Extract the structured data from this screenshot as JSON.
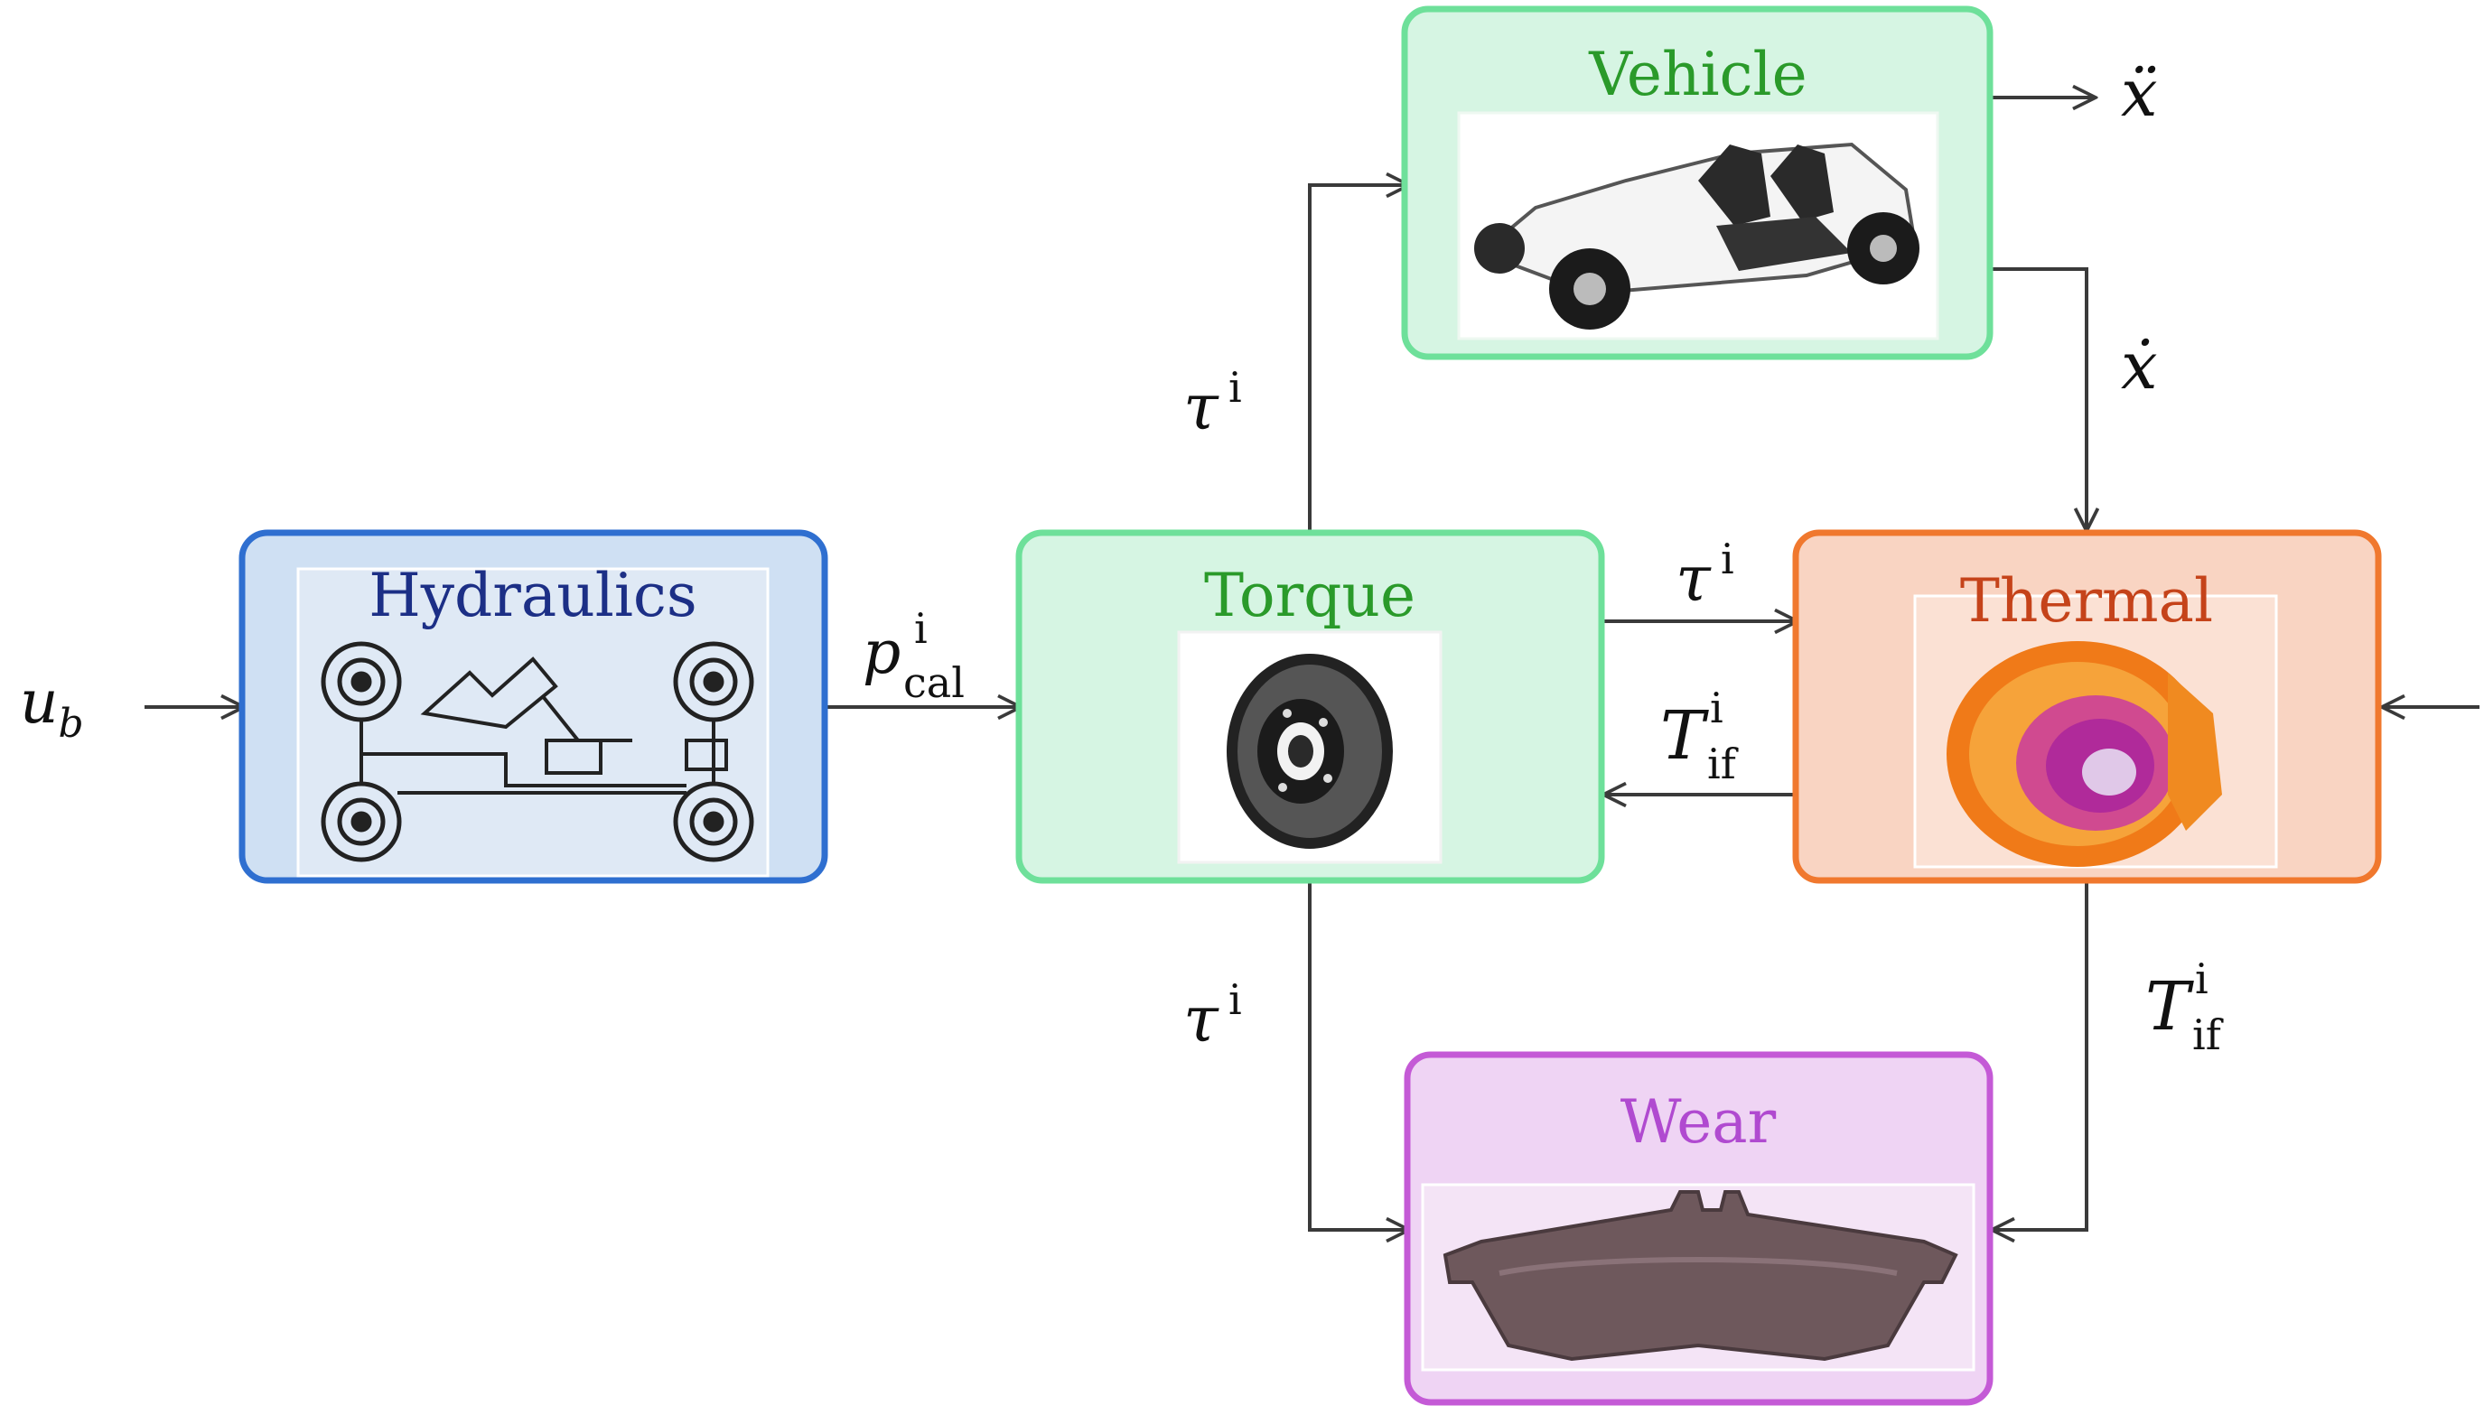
{
  "colors": {
    "hydraulics": {
      "border": "#2f6fd0",
      "fill": "#cfe0f3",
      "title": "#1c2f86"
    },
    "green": {
      "border": "#6ee09a",
      "fill": "#d6f5e3",
      "title": "#2a9a2a"
    },
    "thermal": {
      "border": "#f0782e",
      "fill": "#f9d4c2",
      "title": "#c5431a"
    },
    "wear": {
      "border": "#c45ad6",
      "fill": "#efd4f4",
      "title": "#b04ad0"
    },
    "wire": "#3a3a3a"
  },
  "blocks": {
    "hydraulics": {
      "title": "Hydraulics",
      "icon": "brake-circuit-icon"
    },
    "torque": {
      "title": "Torque",
      "icon": "brake-disc-icon"
    },
    "vehicle": {
      "title": "Vehicle",
      "icon": "race-car-icon"
    },
    "thermal": {
      "title": "Thermal",
      "icon": "thermal-disc-icon"
    },
    "wear": {
      "title": "Wear",
      "icon": "brake-pad-icon"
    }
  },
  "signals": {
    "u_b": {
      "base": "u",
      "sub": "b"
    },
    "p_cal": {
      "base": "p",
      "sup": "i",
      "sub": "cal"
    },
    "tau": {
      "base": "τ",
      "sup": "i"
    },
    "T_if": {
      "base": "T",
      "sup": "i",
      "sub": "if"
    },
    "x_ddot": {
      "base": "ẍ"
    },
    "x_dot": {
      "base": "ẋ"
    }
  }
}
